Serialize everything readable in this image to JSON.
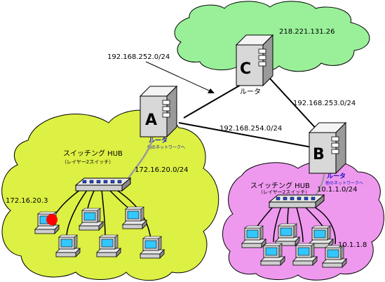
{
  "networks": {
    "internet": {
      "color": "#99f099",
      "ip_label": "218.221.131.26"
    },
    "lan_a": {
      "color": "#ddf044",
      "ip_label": "172.16.20.0/24",
      "pc_ip_label": "172.16.20.3"
    },
    "lan_b": {
      "color": "#ee99ee",
      "ip_label": "10.1.1.0/24",
      "pc_ip_label": "10.1.1.8"
    }
  },
  "links": {
    "a_c": "192.168.252.0/24",
    "b_c": "192.168.253.0/24",
    "a_b": "192.168.254.0/24"
  },
  "routers": {
    "a": {
      "letter": "A",
      "label": "ルータ",
      "sub_label": "他のネットワークへ"
    },
    "b": {
      "letter": "B",
      "label": "ルータ",
      "sub_label": "他のネットワークへ"
    },
    "c": {
      "letter": "C",
      "label": "ルータ"
    }
  },
  "hubs": {
    "a": {
      "label": "スイッチング  HUB",
      "sub_label": "（レイヤー2スイッチ）"
    },
    "b": {
      "label": "スイッチング  HUB",
      "sub_label": "（レイヤー2スイッチ）"
    }
  }
}
